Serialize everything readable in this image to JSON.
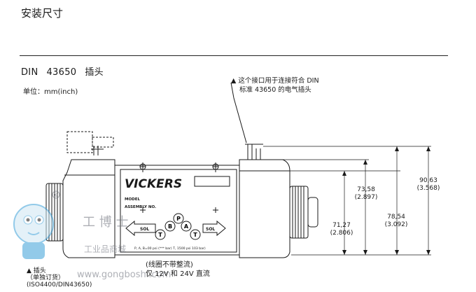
{
  "header": {
    "title": "安装尺寸",
    "subtitle_din": "DIN",
    "subtitle_num": "43650",
    "subtitle_word": "插头",
    "unit": "单位：mm(inch)"
  },
  "note": {
    "line1": "▲ 这个接口用于连接符合 DIN",
    "line2": "标准 43650 的电气插头"
  },
  "valve": {
    "brand": "VICKERS",
    "model_label": "MODEL",
    "assembly_label": "ASSEMBLY NO.",
    "sol_left": "SOL",
    "sol_right": "SOL",
    "port_t1": "T",
    "port_b": "B",
    "port_p": "P",
    "port_a": "A",
    "port_t2": "T",
    "pressure_line": "P, A, B=00 psi (*** bar)  T, 1500 psi 103 bar)"
  },
  "dimensions": {
    "d1_mm": "71,27",
    "d1_in": "(2.806)",
    "d2_mm": "73,58",
    "d2_in": "(2.897)",
    "d3_mm": "78,54",
    "d3_in": "(3.092)",
    "d4_mm": "90,63",
    "d4_in": "(3.568)"
  },
  "captions": {
    "right_line1": "(线圈不带整流)",
    "right_line2": "仅 12V 和 24V 直流",
    "left_line1": "▲ 插头",
    "left_line2": "（单独订货）",
    "left_line3": "(ISO4400/DIN43650)"
  },
  "watermark": {
    "brand": "工 博 士",
    "sub": "工业品商城",
    "url": "www.gongboshi.com"
  },
  "colors": {
    "line": "#1a1a1a",
    "watermark": "#6b6f7a",
    "mascot": "#3aa0d8"
  }
}
